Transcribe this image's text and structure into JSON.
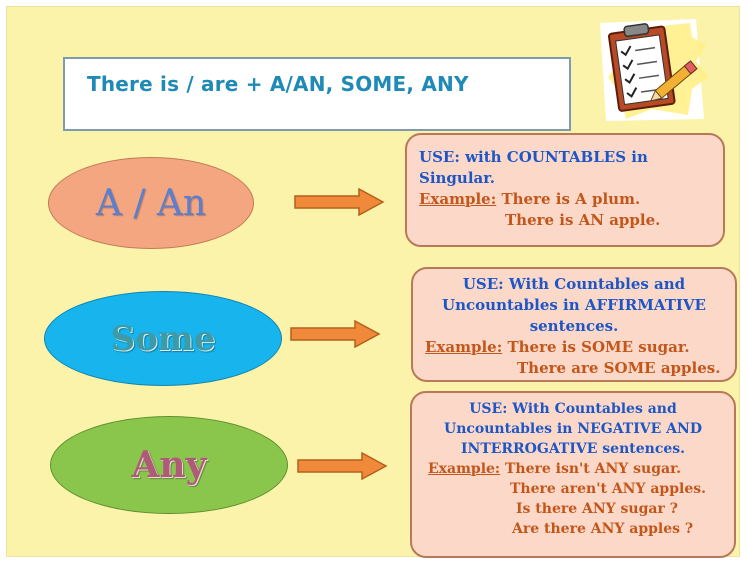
{
  "title": "There is / are + A/AN, SOME, ANY",
  "clipboard_icon": "clipboard-checklist-icon",
  "colors": {
    "background": "#fbf3a9",
    "title_text": "#1f8ab5",
    "oval_a": "#f4a680",
    "oval_some": "#17b4ee",
    "oval_any": "#8bc64c",
    "box_fill": "#fbd8c8",
    "arrow": "#f08a3a",
    "use_text": "#1e56c6",
    "example_text": "#c2561b"
  },
  "rows": [
    {
      "label": "A / An",
      "use_lines": [
        "USE: with COUNTABLES in",
        "Singular."
      ],
      "example_label": "Example:",
      "example_lines": [
        "There is A plum.",
        "There is AN apple."
      ]
    },
    {
      "label": "Some",
      "use_lines": [
        "USE: With Countables and",
        "Uncountables in AFFIRMATIVE",
        "sentences."
      ],
      "example_label": "Example:",
      "example_lines": [
        "There is SOME sugar.",
        "There are SOME apples."
      ]
    },
    {
      "label": "Any",
      "use_lines": [
        "USE: With  Countables and",
        "Uncountables in NEGATIVE AND",
        "INTERROGATIVE sentences."
      ],
      "example_label": "Example:",
      "example_lines": [
        "There isn't ANY sugar.",
        "There aren't ANY apples.",
        "Is there ANY sugar ?",
        "Are there ANY apples ?"
      ]
    }
  ]
}
